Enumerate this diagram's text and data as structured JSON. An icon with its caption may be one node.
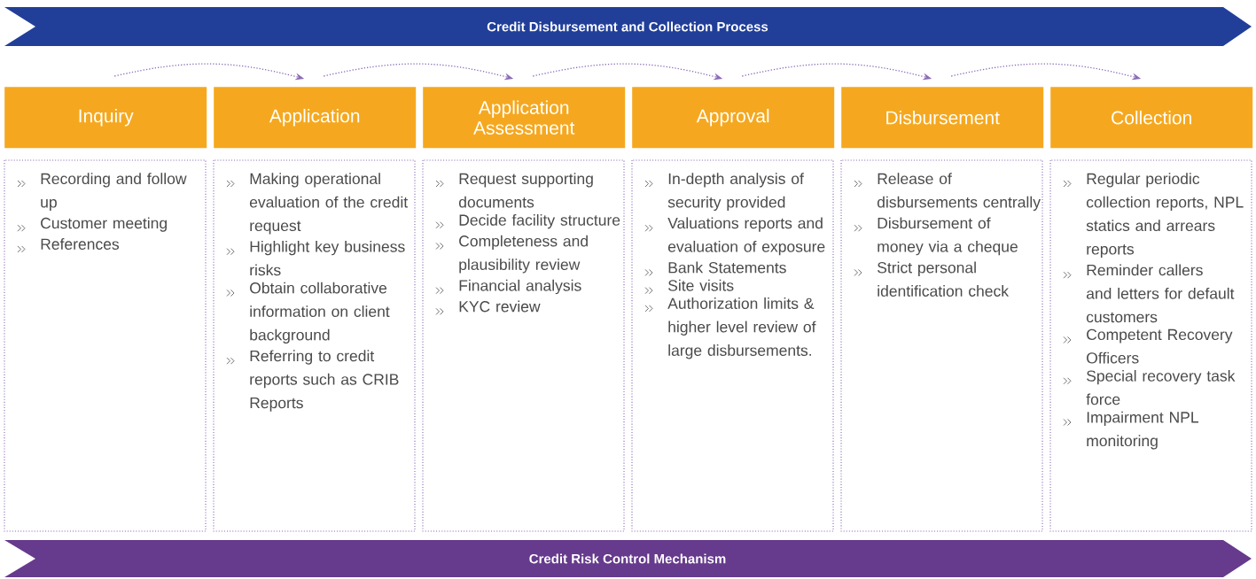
{
  "diagram": {
    "nodes": [
      {
        "text": [
          "Credit Disbursement and Collection Process"
        ]
      },
      {
        "text": [
          "Inquiry"
        ]
      },
      {
        "text": [
          "Application"
        ]
      },
      {
        "text": [
          "Application Assessment"
        ]
      },
      {
        "text": [
          "Approval"
        ]
      },
      {
        "text": [
          "Disbursement"
        ]
      },
      {
        "text": [
          "Collection"
        ]
      },
      {
        "text": [
          "Recording and follow up",
          "Customer meeting",
          "References"
        ]
      },
      {
        "text": [
          "Making operational evaluation of the credit request",
          "Highlight key business risks",
          "Obtain collaborative information on client background",
          "Referring to credit reports such as CRIB Reports"
        ]
      },
      {
        "text": [
          "Request supporting documents",
          "Decide facility structure",
          "Completeness and plausibility review",
          "Financial analysis",
          "KYC review"
        ]
      },
      {
        "text": [
          "In-depth analysis of security provided",
          "Valuations reports and evaluation of exposure",
          "Bank Statements",
          "Site visits",
          "Authorization limits & higher level review of large disbursements."
        ]
      },
      {
        "text": [
          "Release of disbursements centrally",
          "Disbursement of money via a cheque",
          "Strict personal identification check"
        ]
      },
      {
        "text": [
          "Regular periodic collection reports, NPL statics and arrears reports",
          "Reminder callers and letters for default customers",
          "Competent Recovery Officers",
          "Special recovery task force",
          "Impairment NPL monitoring"
        ]
      },
      {
        "text": [
          "Credit Risk Control Mechanism"
        ]
      }
    ],
    "edges": [
      {
        "from": 1,
        "to": 2,
        "arrow": "to",
        "style": "dashed"
      },
      {
        "from": 2,
        "to": 3,
        "arrow": "to",
        "style": "dashed"
      },
      {
        "from": 3,
        "to": 4,
        "arrow": "to",
        "style": "dashed"
      },
      {
        "from": 4,
        "to": 5,
        "arrow": "to",
        "style": "dashed"
      },
      {
        "from": 5,
        "to": 6,
        "arrow": "to",
        "style": "dashed"
      }
    ]
  }
}
